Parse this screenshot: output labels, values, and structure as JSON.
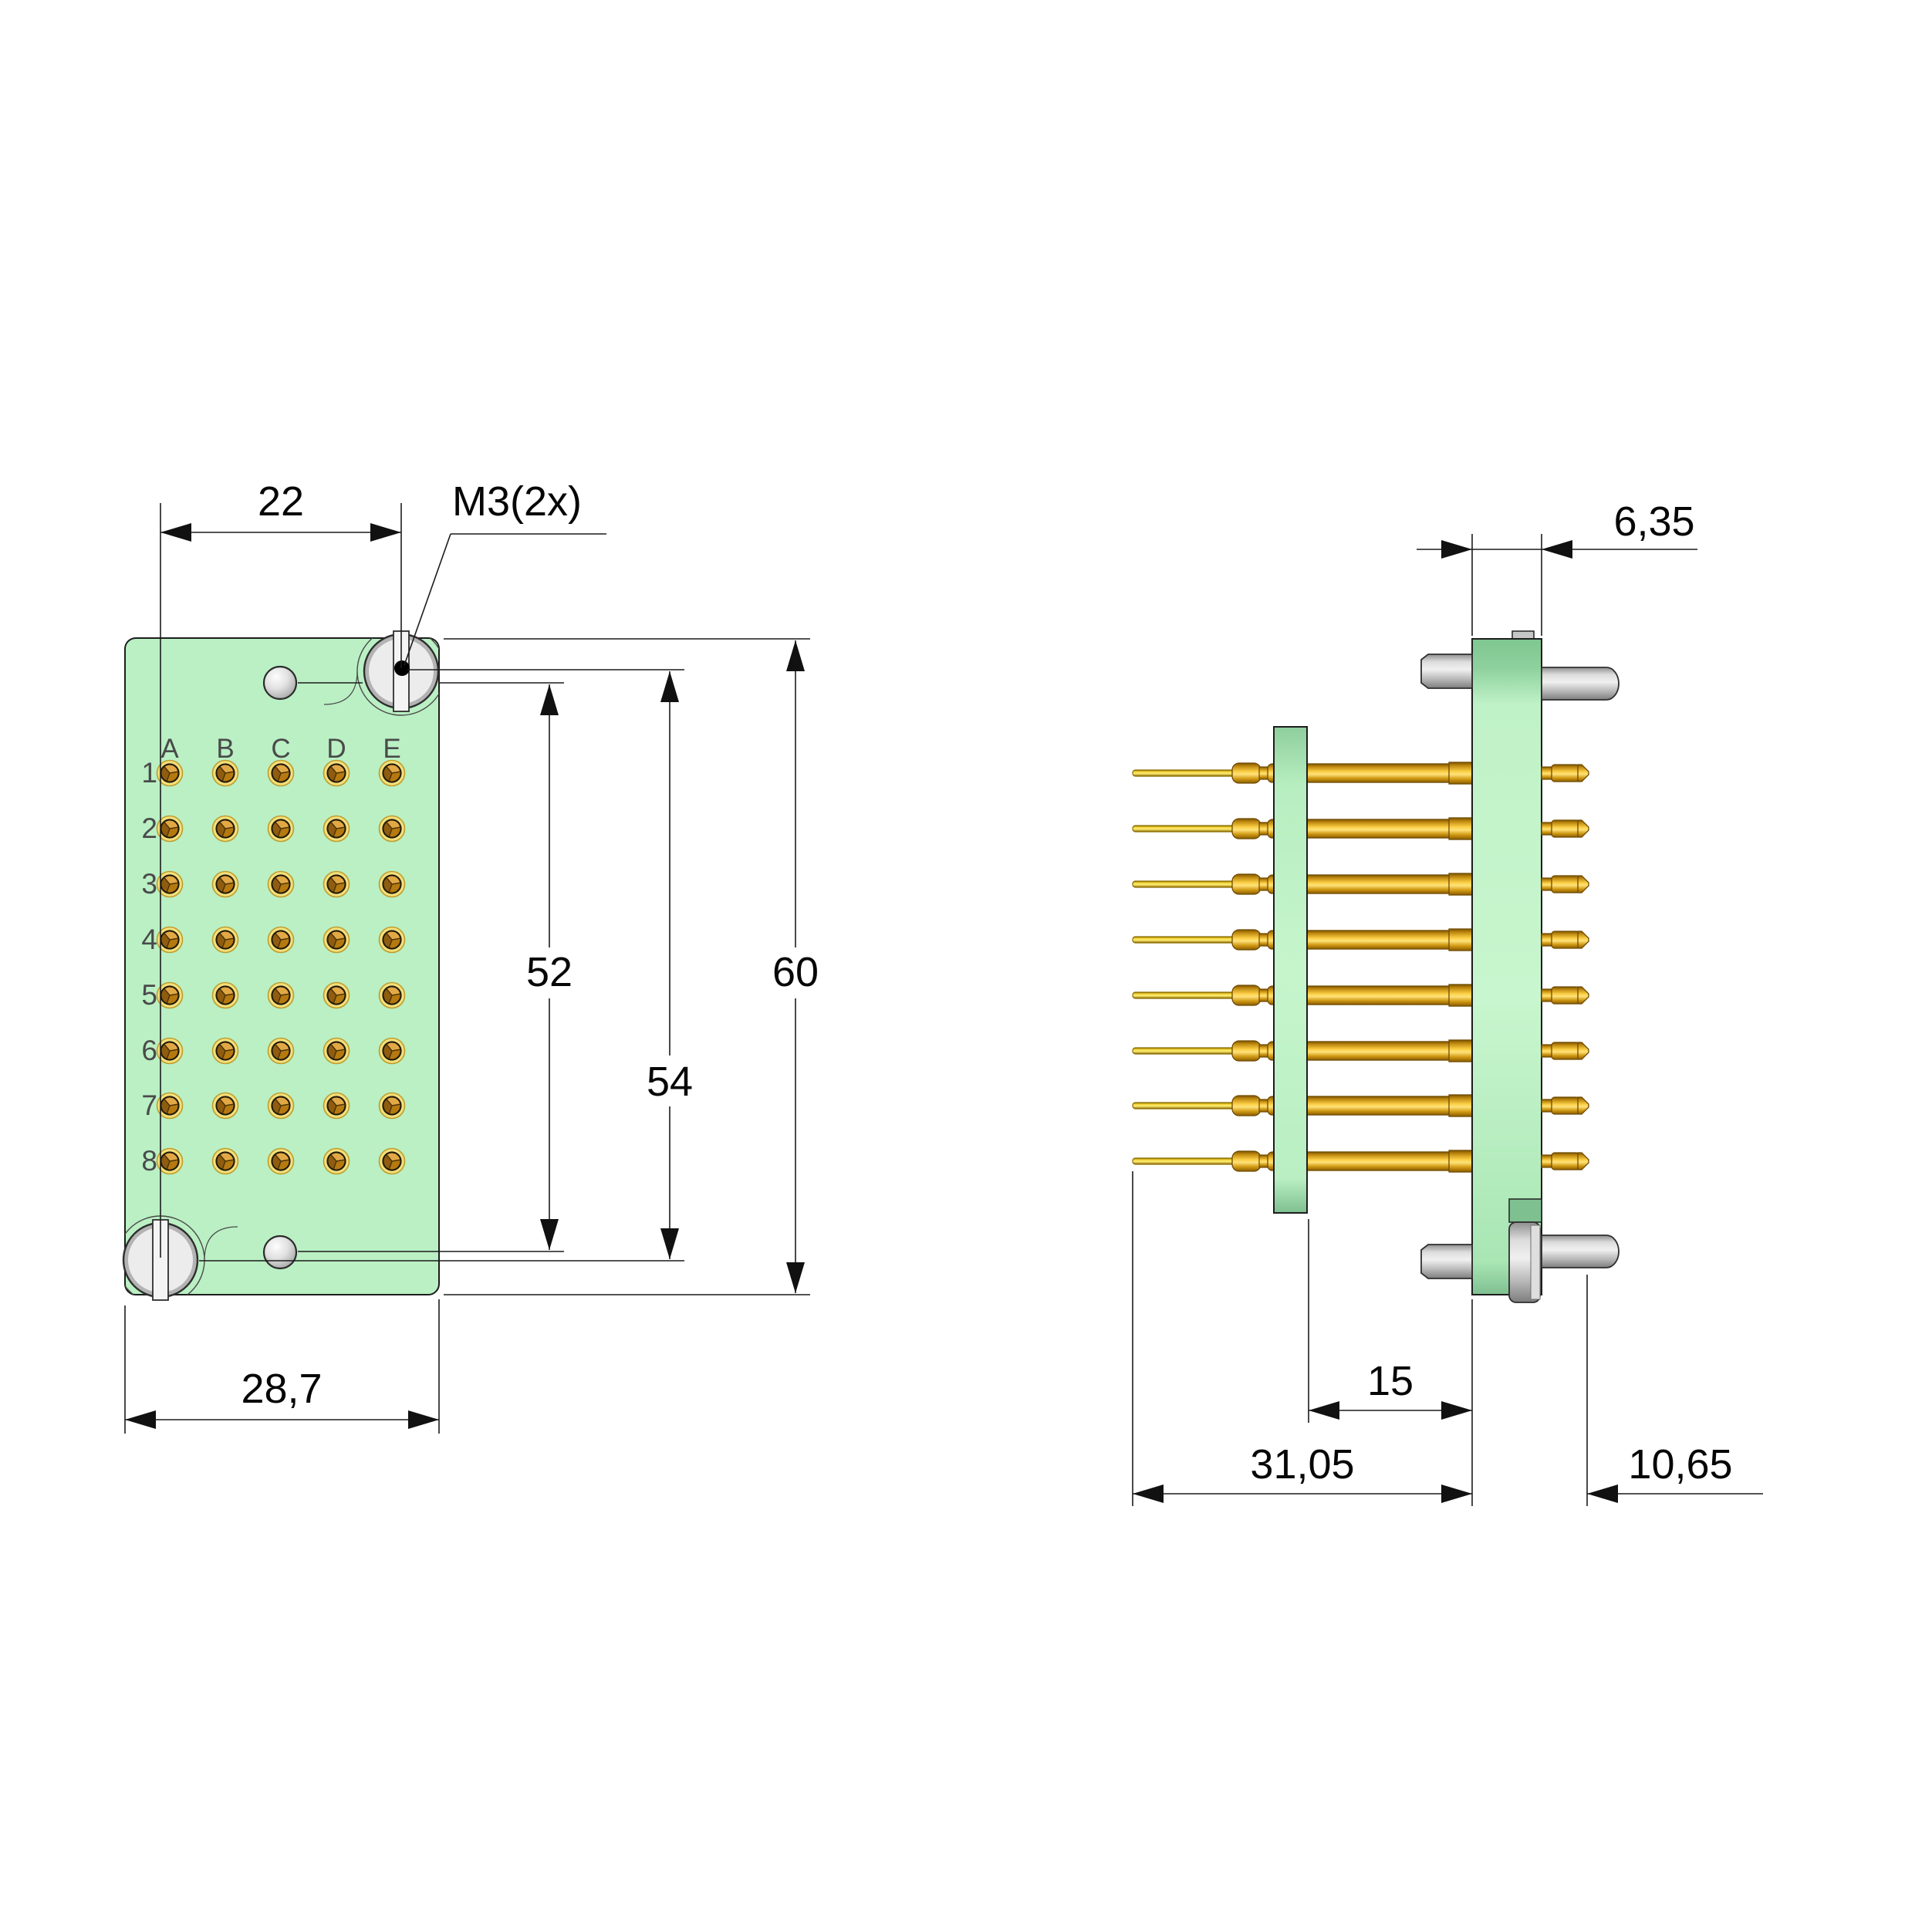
{
  "drawing_type": "connector technical drawing, front and side views",
  "front_view": {
    "column_labels": [
      "A",
      "B",
      "C",
      "D",
      "E"
    ],
    "row_labels": [
      "1",
      "2",
      "3",
      "4",
      "5",
      "6",
      "7",
      "8"
    ],
    "thread_callout": "M3(2x)",
    "dimensions": {
      "screw_to_hole_horizontal": "22",
      "guide_hole_spacing": "52",
      "screw_spacing": "54",
      "body_height": "60",
      "body_width": "28,7"
    }
  },
  "side_view": {
    "dimensions": {
      "front_plate_thickness": "6,35",
      "plate_gap": "15",
      "tail_to_front_plate": "31,05",
      "front_protrusion": "10,65"
    }
  },
  "colors": {
    "body_green": "#baf0c4",
    "body_green_shadow": "#86c996",
    "contact_gold": "#e8a82a",
    "contact_gold_light": "#ffd54f",
    "pin_tail_yellow": "#ffe95c",
    "metal_gray": "#d8d8d8",
    "line_color": "#1c1c1c",
    "background": "#ffffff"
  }
}
